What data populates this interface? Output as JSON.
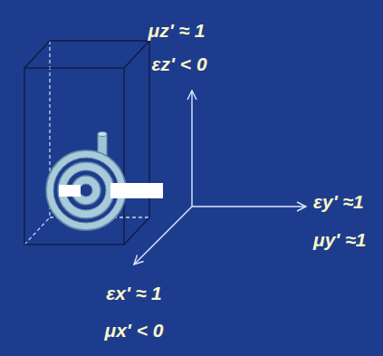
{
  "diagram": {
    "labels": [
      "μz' ≈ 1",
      "εz' < 0",
      "εy' ≈1",
      "μy' ≈1",
      "εx' ≈ 1",
      "μx' < 0"
    ]
  }
}
